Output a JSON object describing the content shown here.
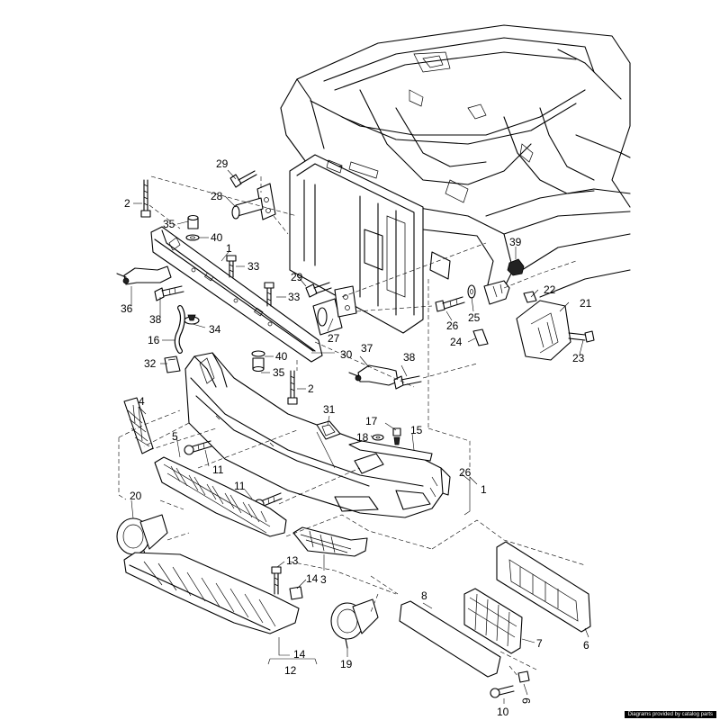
{
  "credit": "Diagrams provided by catalog parts",
  "callouts": [
    "29",
    "2",
    "28",
    "35",
    "40",
    "1",
    "33",
    "36",
    "38",
    "29",
    "33",
    "16",
    "34",
    "27",
    "32",
    "40",
    "39",
    "22",
    "21",
    "26",
    "25",
    "24",
    "37",
    "38",
    "35",
    "23",
    "2",
    "30",
    "4",
    "31",
    "17",
    "18",
    "15",
    "5",
    "11",
    "11",
    "26",
    "1",
    "20",
    "13",
    "14",
    "3",
    "8",
    "14",
    "12",
    "19",
    "6",
    "7",
    "10",
    "9"
  ]
}
